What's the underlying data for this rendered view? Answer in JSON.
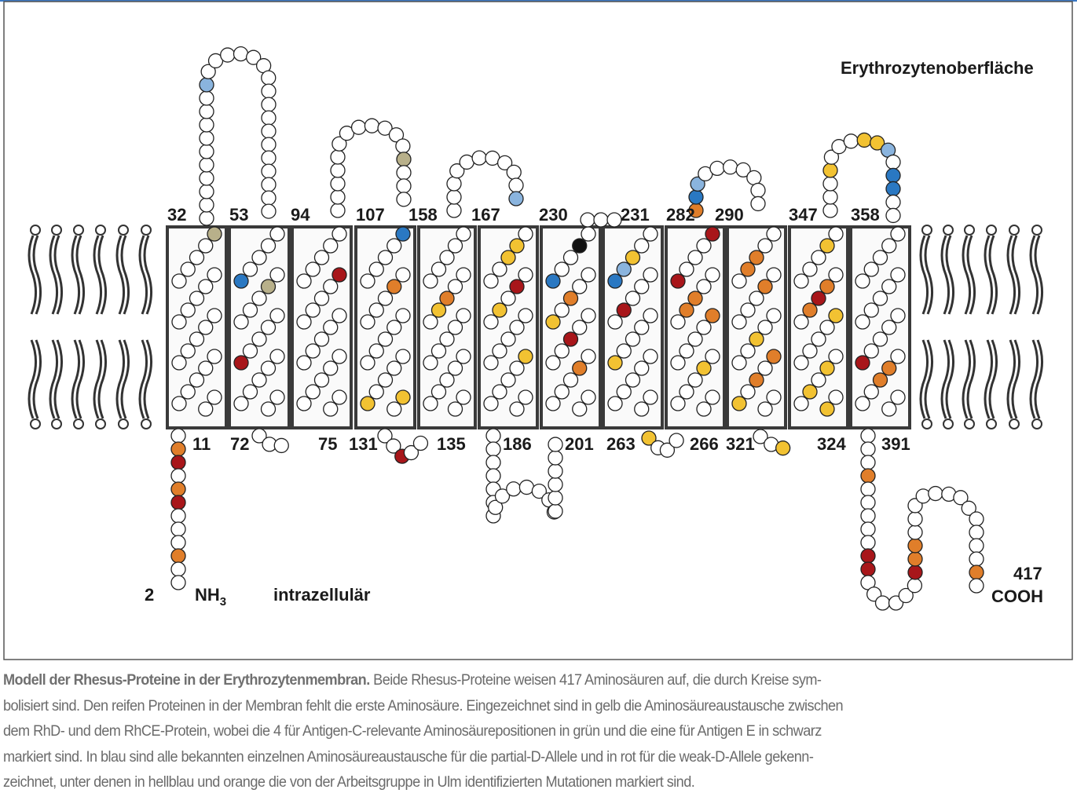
{
  "diagram": {
    "extracellular_label": "Erythrozytenoberfläche",
    "intracellular_label": "intrazellulär",
    "n_terminus": {
      "position": "2",
      "label": "NH",
      "subscript": "3"
    },
    "c_terminus": {
      "position": "417",
      "label": "COOH"
    },
    "top_positions": [
      "32",
      "53",
      "94",
      "107",
      "158",
      "167",
      "230",
      "231",
      "282",
      "290",
      "347",
      "358"
    ],
    "bottom_positions": [
      "11",
      "72",
      "75",
      "131",
      "135",
      "186",
      "201",
      "263",
      "266",
      "321",
      "324",
      "391"
    ],
    "colors": {
      "frame": "#3a3a3a",
      "yellow": "#f2c232",
      "orange": "#e07e2a",
      "red": "#a8161a",
      "blue": "#2a78c2",
      "lightblue": "#8ab4de",
      "green": "#b8b08a",
      "black": "#111111"
    }
  },
  "caption": {
    "title": "Modell der Rhesus-Proteine in der Erythrozytenmembran.",
    "line1": " Beide Rhesus-Proteine weisen 417 Aminosäuren auf, die durch Kreise sym-",
    "line2": "bolisiert sind. Den reifen Proteinen in der Membran fehlt die erste Aminosäure. Eingezeichnet sind in gelb die Aminosäureaustausche zwischen",
    "line3": "dem RhD- und dem RhCE-Protein, wobei die 4 für Antigen-C-relevante  Aminosäurepositionen in grün und die eine für Antigen E in schwarz",
    "line4": "markiert sind. In blau sind alle bekannten einzelnen Aminosäureaustausche für die partial-D-Allele und in rot für die weak-D-Allele gekenn-",
    "line5": "zeichnet, unter denen in hellblau und orange die von der Arbeitsgruppe in Ulm identifizierten Mutationen markiert sind."
  }
}
